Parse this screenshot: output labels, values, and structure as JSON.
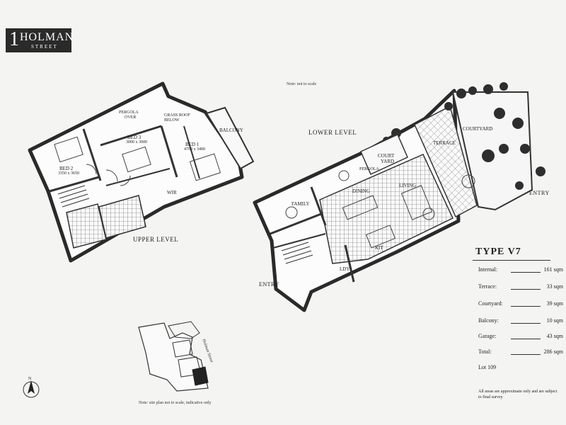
{
  "logo": {
    "number": "1",
    "name": "HOLMAN",
    "subname": "STREET"
  },
  "note_top": "Note: not to scale",
  "note_site": "Note: site plan not to scale, indicative only",
  "upper_level": {
    "label": "UPPER LEVEL",
    "rooms": {
      "bed1": "BED 1",
      "bed1_size": "4700 x 3400",
      "bed2": "BED 2",
      "bed2_size": "3350 x 3650",
      "bed3": "BED 3",
      "bed3_size": "3000 x 3000",
      "pergola": "PERGOLA",
      "pergola_sub": "OVER",
      "grass_roof": "GRASS ROOF",
      "grass_roof_sub": "BELOW",
      "balcony": "BALCONY",
      "wir": "WIR"
    }
  },
  "lower_level": {
    "label": "LOWER LEVEL",
    "rooms": {
      "court": "COURT",
      "court_sub": "YARD",
      "courtyard": "COURTYARD",
      "terrace": "TERRACE",
      "family": "FAMILY",
      "dining": "DINING",
      "living": "LIVING",
      "pergola": "PERGOLA",
      "kit": "KIT",
      "ldy": "LDY",
      "entry_left": "ENTRY",
      "entry_right": "ENTRY"
    }
  },
  "type_card": {
    "title": "TYPE V7",
    "areas": [
      {
        "label": "Internal:",
        "value": "161 sqm"
      },
      {
        "label": "Terrace:",
        "value": "33 sqm"
      },
      {
        "label": "Courtyard:",
        "value": "39 sqm"
      },
      {
        "label": "Balcony:",
        "value": "10 sqm"
      },
      {
        "label": "Garage:",
        "value": "43 sqm"
      },
      {
        "label": "Total:",
        "value": "286 sqm"
      }
    ],
    "lot": "Lot 109",
    "disclaimer": "All areas are approximate only and are subject to final survey"
  },
  "site_plan": {
    "street": "Holman Street",
    "north": "N"
  }
}
